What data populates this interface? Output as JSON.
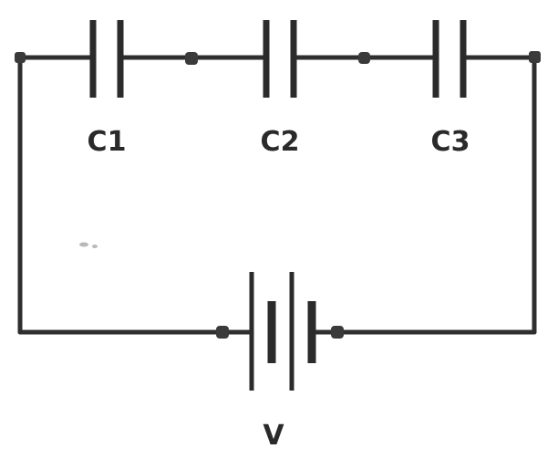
{
  "diagram": {
    "type": "series-capacitor-circuit",
    "components": {
      "c1": {
        "label": "C1",
        "symbol": "capacitor"
      },
      "c2": {
        "label": "C2",
        "symbol": "capacitor"
      },
      "c3": {
        "label": "C3",
        "symbol": "capacitor"
      },
      "battery": {
        "label": "V",
        "symbol": "battery"
      }
    }
  }
}
